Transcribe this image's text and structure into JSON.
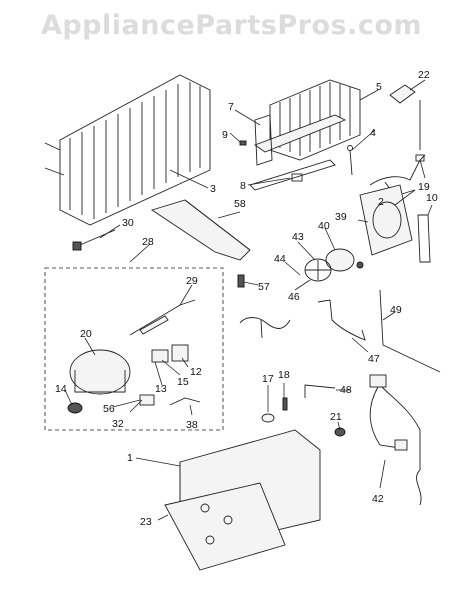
{
  "watermark": "AppliancePartsPros.com",
  "callouts": [
    {
      "id": "c1",
      "text": "1"
    },
    {
      "id": "c2",
      "text": "2"
    },
    {
      "id": "c3",
      "text": "3"
    },
    {
      "id": "c4",
      "text": "4"
    },
    {
      "id": "c5",
      "text": "5"
    },
    {
      "id": "c7",
      "text": "7"
    },
    {
      "id": "c8",
      "text": "8"
    },
    {
      "id": "c9",
      "text": "9"
    },
    {
      "id": "c10",
      "text": "10"
    },
    {
      "id": "c12",
      "text": "12"
    },
    {
      "id": "c13",
      "text": "13"
    },
    {
      "id": "c14",
      "text": "14"
    },
    {
      "id": "c15",
      "text": "15"
    },
    {
      "id": "c17",
      "text": "17"
    },
    {
      "id": "c18",
      "text": "18"
    },
    {
      "id": "c19",
      "text": "19"
    },
    {
      "id": "c20",
      "text": "20"
    },
    {
      "id": "c21",
      "text": "21"
    },
    {
      "id": "c22",
      "text": "22"
    },
    {
      "id": "c23",
      "text": "23"
    },
    {
      "id": "c28",
      "text": "28"
    },
    {
      "id": "c29",
      "text": "29"
    },
    {
      "id": "c30",
      "text": "30"
    },
    {
      "id": "c32",
      "text": "32"
    },
    {
      "id": "c38",
      "text": "38"
    },
    {
      "id": "c39",
      "text": "39"
    },
    {
      "id": "c40",
      "text": "40"
    },
    {
      "id": "c42",
      "text": "42"
    },
    {
      "id": "c43",
      "text": "43"
    },
    {
      "id": "c44",
      "text": "44"
    },
    {
      "id": "c46",
      "text": "46"
    },
    {
      "id": "c47",
      "text": "47"
    },
    {
      "id": "c48",
      "text": "48"
    },
    {
      "id": "c49",
      "text": "49"
    },
    {
      "id": "c56",
      "text": "56"
    },
    {
      "id": "c57",
      "text": "57"
    },
    {
      "id": "c58",
      "text": "58"
    }
  ]
}
